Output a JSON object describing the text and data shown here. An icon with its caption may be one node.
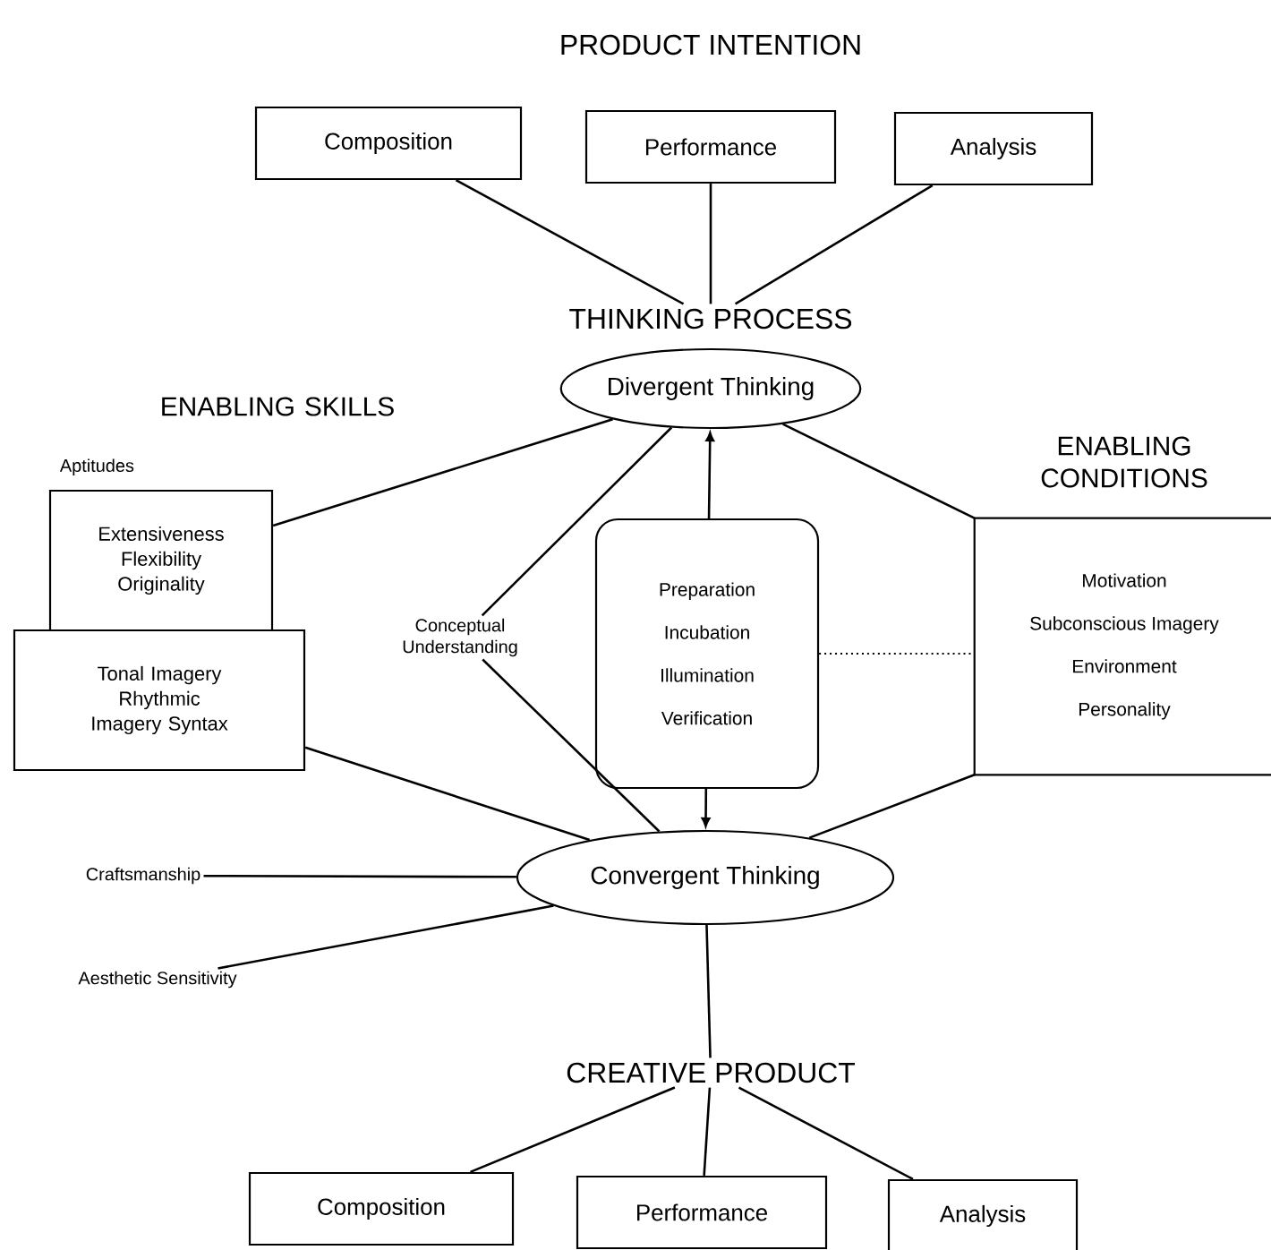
{
  "diagram": {
    "title": "PRODUCT INTENTION",
    "nodes": [
      {
        "text": [
          "Composition"
        ]
      },
      {
        "text": [
          "Performance"
        ]
      },
      {
        "text": [
          "Analysis"
        ]
      },
      {
        "text": [
          "THINKING PROCESS"
        ]
      },
      {
        "text": [
          "Divergent Thinking"
        ]
      },
      {
        "text": [
          "Aptitudes",
          "Extensiveness Flexibility Originality"
        ]
      },
      {
        "text": [
          "Tonal Imagery Rhythmic Imagery Syntax"
        ]
      },
      {
        "text": [
          "Conceptual Understanding"
        ]
      },
      {
        "text": [
          "Preparation",
          "Incubation",
          "Illumination",
          "Verification"
        ]
      },
      {
        "text": [
          "Motivation",
          "Subconscious Imagery",
          "Environment",
          "Personality"
        ]
      },
      {
        "text": [
          "Convergent Thinking"
        ]
      },
      {
        "text": [
          "Craftsmanship"
        ]
      },
      {
        "text": [
          "Aesthetic Sensitivity"
        ]
      },
      {
        "text": [
          "CREATIVE PRODUCT"
        ]
      },
      {
        "text": [
          "Composition"
        ]
      },
      {
        "text": [
          "Performance"
        ]
      },
      {
        "text": [
          "Analysis"
        ]
      }
    ],
    "edges": [
      {
        "from": 0,
        "to": 3,
        "arrow": "none"
      },
      {
        "from": 1,
        "to": 3,
        "arrow": "none"
      },
      {
        "from": 2,
        "to": 3,
        "arrow": "none"
      },
      {
        "from": 4,
        "to": 5,
        "arrow": "none"
      },
      {
        "from": 4,
        "to": 7,
        "arrow": "none"
      },
      {
        "from": 8,
        "to": 4,
        "arrow": "to"
      },
      {
        "from": 4,
        "to": 9,
        "arrow": "none"
      },
      {
        "from": 8,
        "to": 9,
        "arrow": "none",
        "style": "dashed"
      },
      {
        "from": 6,
        "to": 10,
        "arrow": "none"
      },
      {
        "from": 7,
        "to": 10,
        "arrow": "none"
      },
      {
        "from": 8,
        "to": 10,
        "arrow": "to"
      },
      {
        "from": 9,
        "to": 10,
        "arrow": "none"
      },
      {
        "from": 11,
        "to": 10,
        "arrow": "none"
      },
      {
        "from": 12,
        "to": 10,
        "arrow": "none"
      },
      {
        "from": 10,
        "to": 13,
        "arrow": "none"
      },
      {
        "from": 13,
        "to": 14,
        "arrow": "none"
      },
      {
        "from": 13,
        "to": 15,
        "arrow": "none"
      },
      {
        "from": 13,
        "to": 16,
        "arrow": "none"
      }
    ],
    "labels": [
      "ENABLING SKILLS",
      "ENABLING CONDITIONS"
    ]
  }
}
